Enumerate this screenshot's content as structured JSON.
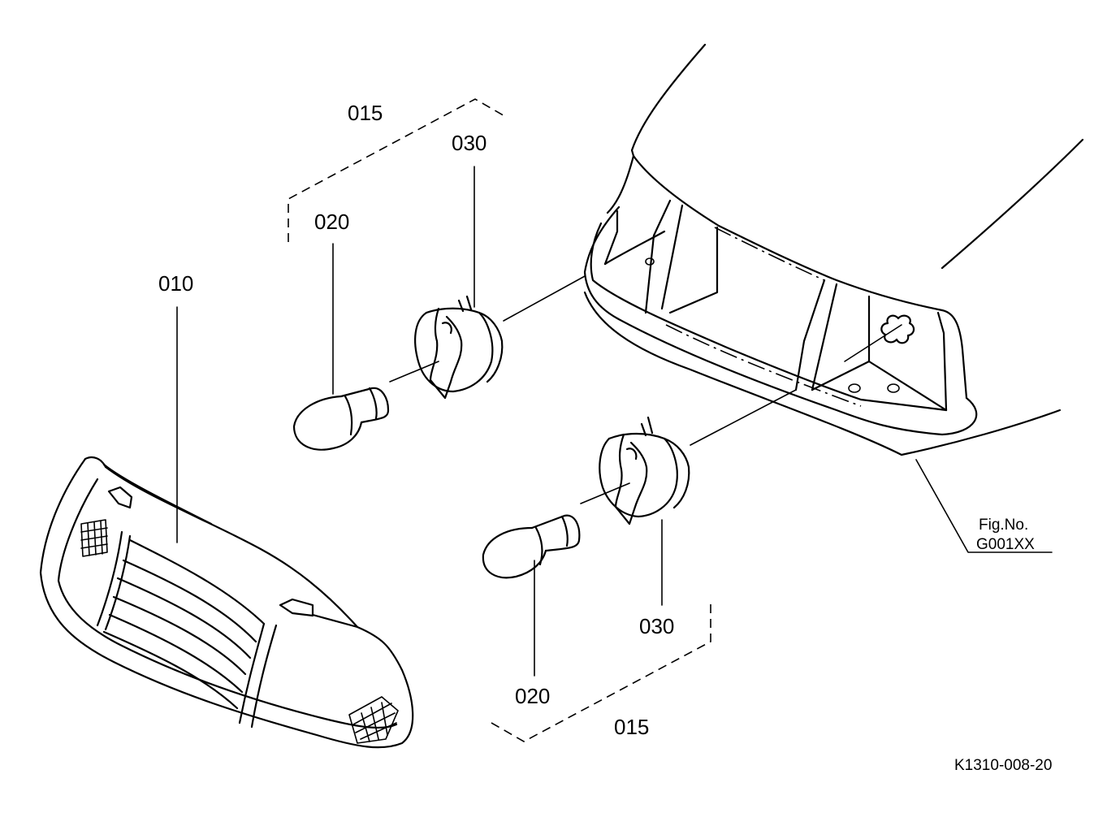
{
  "labels": {
    "lens": "010",
    "set_upper": "015",
    "set_lower": "015",
    "bulb_upper": "020",
    "bulb_lower": "020",
    "socket_upper": "030",
    "socket_lower": "030"
  },
  "figure": {
    "fig_line1": "Fig.No.",
    "fig_line2": "G001XX",
    "drawing_code": "K1310-008-20"
  }
}
